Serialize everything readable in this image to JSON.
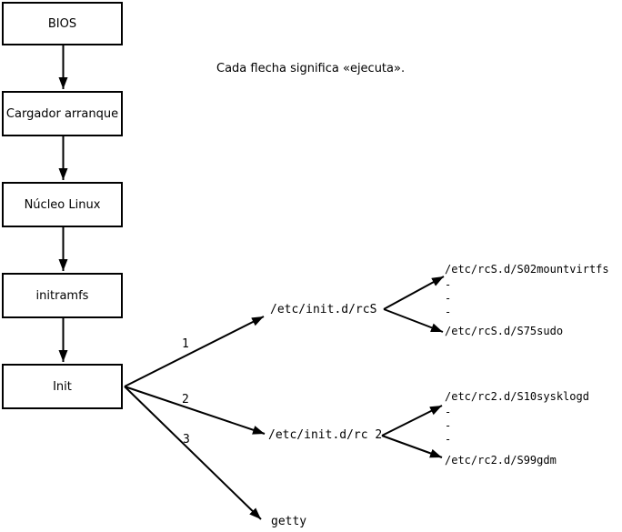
{
  "note": "Cada flecha significa «ejecuta».",
  "boxes": [
    {
      "label": "BIOS"
    },
    {
      "label": "Cargador arranque"
    },
    {
      "label": "Núcleo Linux"
    },
    {
      "label": "initramfs"
    },
    {
      "label": "Init"
    }
  ],
  "init_branches": [
    {
      "number": "1",
      "target": "/etc/init.d/rcS"
    },
    {
      "number": "2",
      "target": "/etc/init.d/rc 2"
    },
    {
      "number": "3",
      "target": "getty"
    }
  ],
  "rcS_children": {
    "first": "/etc/rcS.d/S02mountvirtfs",
    "dash1": "-",
    "dash2": "-",
    "dash3": "-",
    "last": "/etc/rcS.d/S75sudo"
  },
  "rc2_children": {
    "first": "/etc/rc2.d/S10sysklogd",
    "dash1": "-",
    "dash2": "-",
    "dash3": "-",
    "last": "/etc/rc2.d/S99gdm"
  },
  "colors": {
    "line": "#000000",
    "background": "#ffffff"
  }
}
